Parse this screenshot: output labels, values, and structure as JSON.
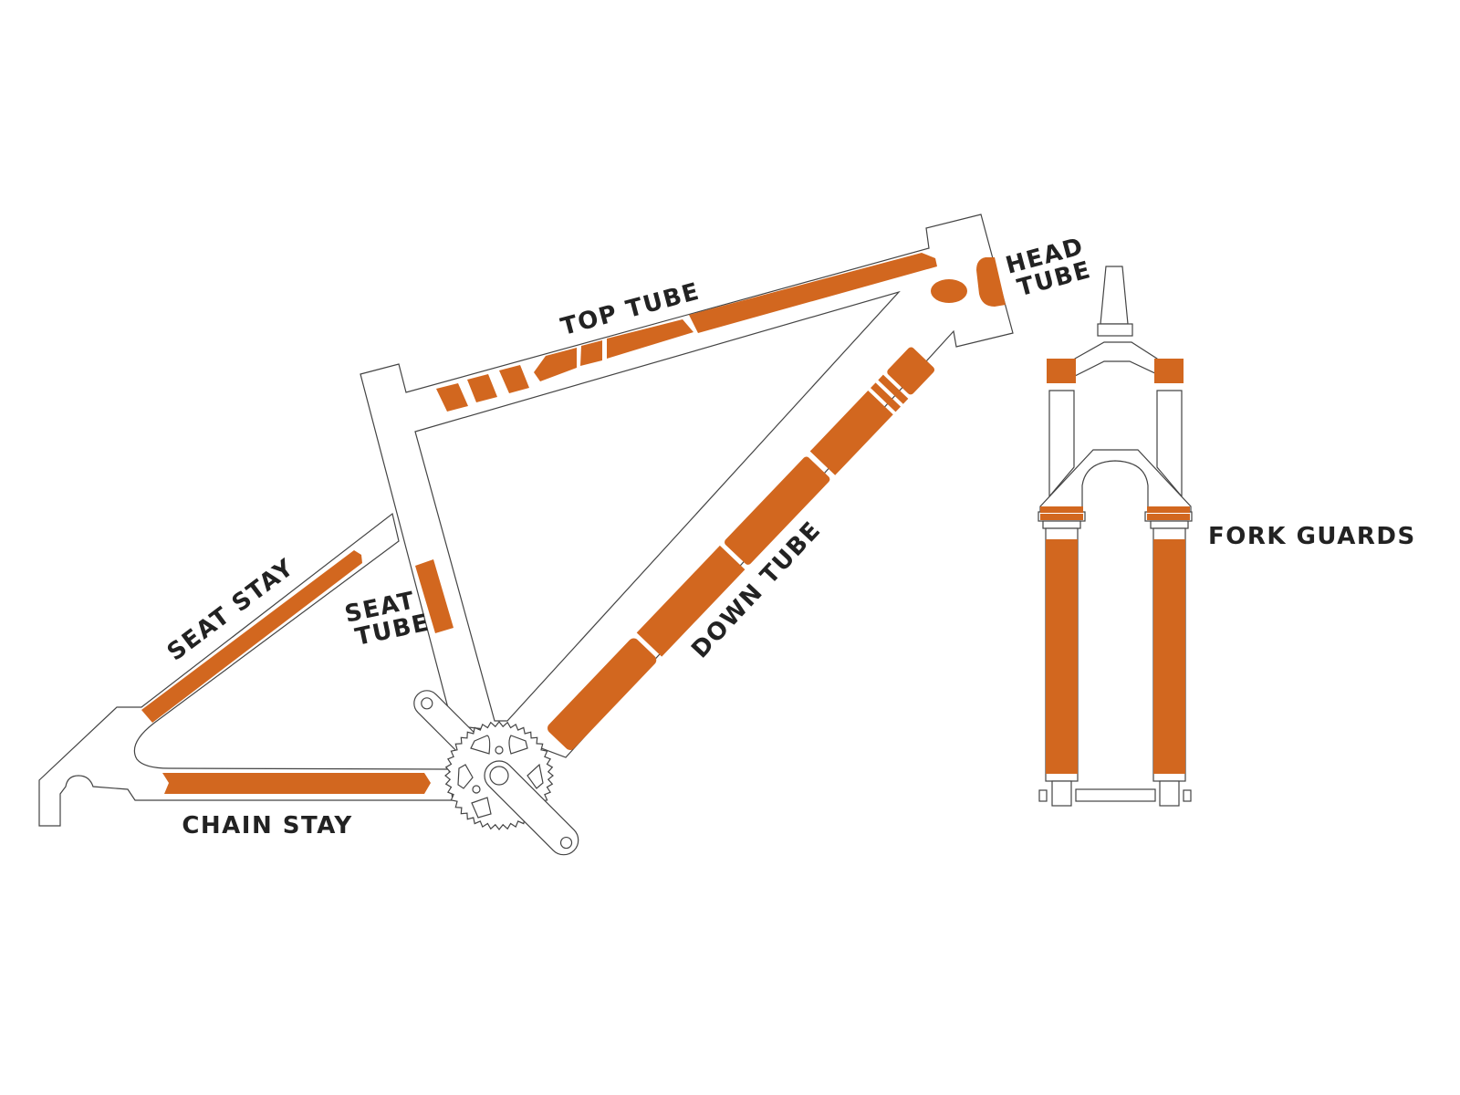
{
  "colors": {
    "sticker": "#D2671F",
    "outline": "#444444",
    "label": "#222222"
  },
  "labels": {
    "top_tube": "TOP TUBE",
    "head_tube_line1": "HEAD",
    "head_tube_line2": "TUBE",
    "seat_stay": "SEAT STAY",
    "seat_tube_line1": "SEAT",
    "seat_tube_line2": "TUBE",
    "down_tube": "DOWN TUBE",
    "chain_stay": "CHAIN STAY",
    "fork_guards": "FORK GUARDS"
  }
}
